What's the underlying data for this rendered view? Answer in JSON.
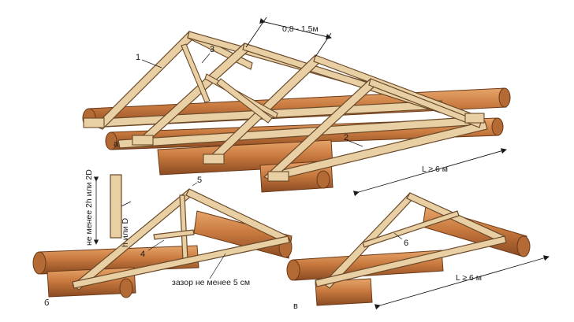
{
  "diagram": {
    "figure_a": {
      "label": "а",
      "spacing": "0,8 - 1,5м",
      "span": "L ≥ 6 м",
      "parts": [
        "1",
        "2",
        "3"
      ]
    },
    "figure_b": {
      "label": "б",
      "parts": [
        "4",
        "5"
      ],
      "height_note": "не менее 2h или 2D",
      "size_note": "h или D",
      "gap_note": "зазор не менее 5 см"
    },
    "figure_c": {
      "label": "в",
      "parts": [
        "6"
      ],
      "span": "L ≥ 6 м"
    },
    "colors": {
      "log": "#c97a3f",
      "log_dark": "#8a4a22",
      "timber": "#e8cfa4",
      "timber_edge": "#6b4a2a",
      "ink": "#1a1a1a"
    }
  }
}
